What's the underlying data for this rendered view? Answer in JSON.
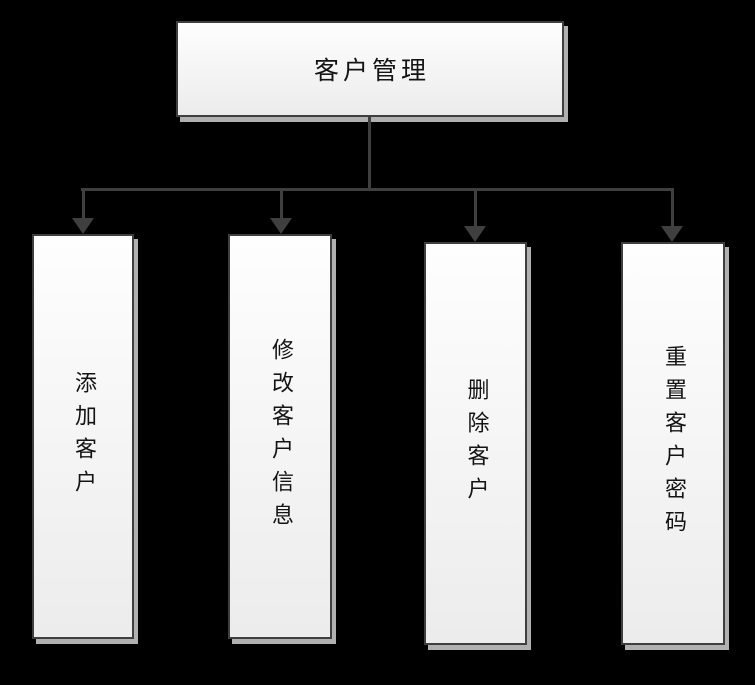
{
  "diagram": {
    "type": "hierarchy-flowchart",
    "root": {
      "label": "客户管理"
    },
    "children": [
      {
        "label": "添加客户"
      },
      {
        "label": "修改客户信息"
      },
      {
        "label": "删除客户"
      },
      {
        "label": "重置客户密码"
      }
    ],
    "colors": {
      "background": "#000000",
      "node_fill_top": "#fefefe",
      "node_fill_bottom": "#ececec",
      "node_border": "#3f3f3f",
      "connector": "#3f3f3f",
      "shadow": "#b0b0b0",
      "text": "#141414"
    }
  }
}
